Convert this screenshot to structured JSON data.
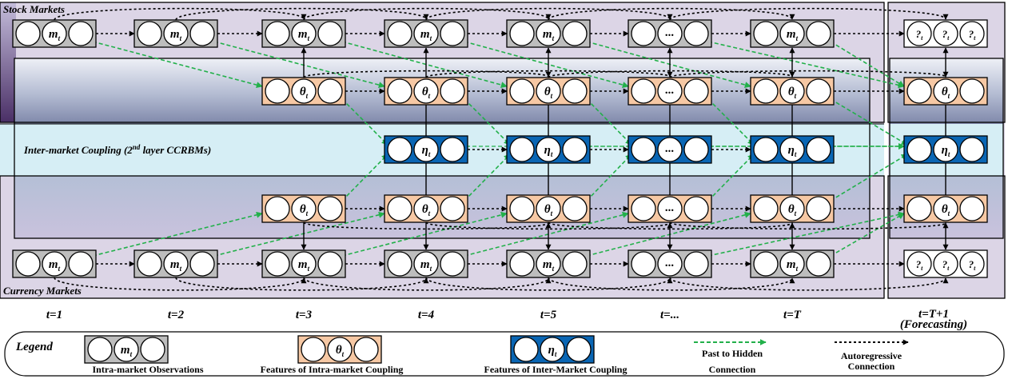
{
  "regions": {
    "stock": "Stock Markets",
    "currency": "Currency Markets",
    "inter": "Inter-market Coupling (2nd layer CCRBMs)"
  },
  "time_labels": [
    "t=1",
    "t=2",
    "t=3",
    "t=4",
    "t=5",
    "t=...",
    "t=T"
  ],
  "forecast_label": "t=T+1",
  "forecast_sub": "(Forecasting)",
  "node_labels": {
    "m": "m",
    "theta": "θ",
    "eta": "η",
    "ellipsis": "...",
    "question": "?",
    "t_sub": "t"
  },
  "legend": {
    "title": "Legend",
    "obs": "Intra-market Observations",
    "intra": "Features of Intra-market Coupling",
    "inter": "Features of Inter-Market Coupling",
    "past_line1": "Past to Hidden",
    "past_line2": "Connection",
    "auto_line1": "Autoregressive",
    "auto_line2": "Connection"
  },
  "colors": {
    "obs_fill": "#bdbdbd",
    "intra_fill": "#f6c8a4",
    "inter_fill": "#0a66b4",
    "green_arrow": "#22b04a",
    "black_arrow": "#000000",
    "stock_band": "#dcd5e6",
    "inter_band": "#d6eef5"
  }
}
